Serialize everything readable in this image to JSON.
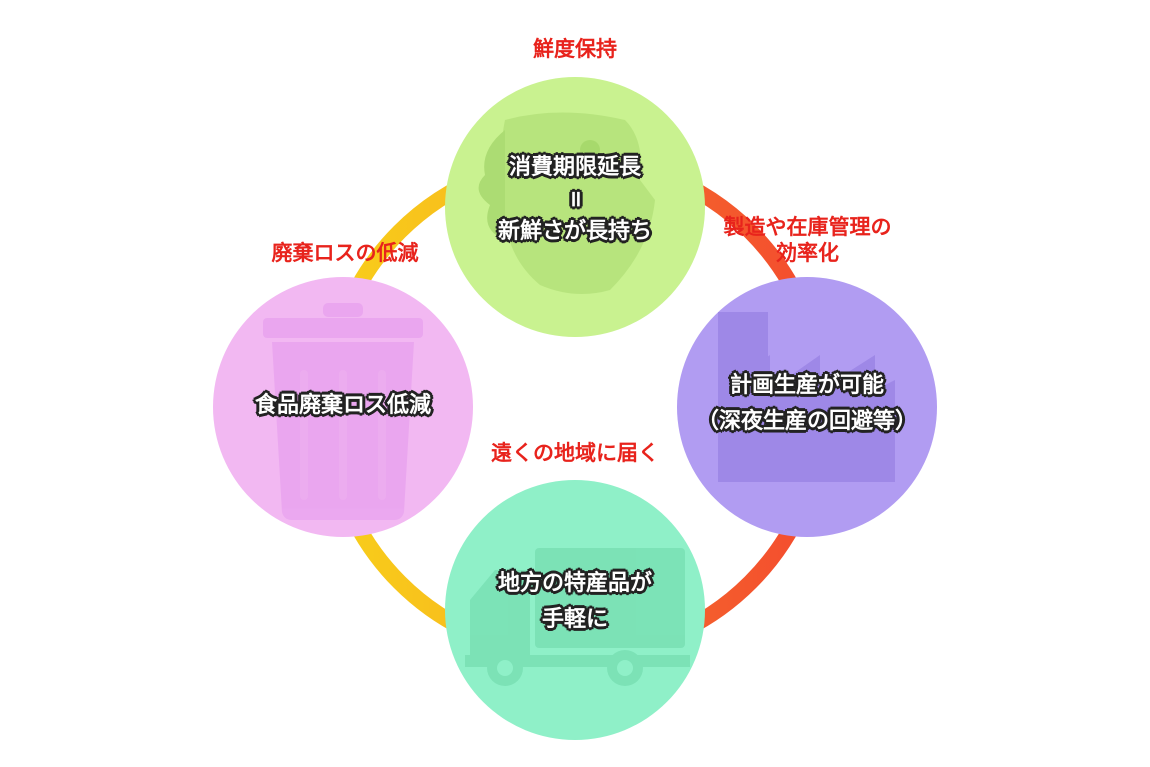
{
  "colors": {
    "ring_orange": "#f45a30",
    "ring_yellow": "#f7c91c",
    "label_red": "#e8231c",
    "circle_top": "#c9f290",
    "circle_right": "#b19cf2",
    "circle_bottom": "#8ff0c8",
    "circle_left": "#f2b8f2"
  },
  "labels": {
    "top": "鮮度保持",
    "right_line1": "製造や在庫管理の",
    "right_line2": "効率化",
    "middle": "遠くの地域に届く",
    "left": "廃棄ロスの低減"
  },
  "circles": {
    "top": {
      "icon": "fish-icon",
      "line1": "消費期限延長",
      "line2": "॥",
      "line3": "新鮮さが長持ち"
    },
    "right": {
      "icon": "factory-icon",
      "line1": "計画生産が可能",
      "line2": "（深夜生産の回避等）"
    },
    "bottom": {
      "icon": "truck-icon",
      "line1": "地方の特産品が",
      "line2": "手軽に"
    },
    "left": {
      "icon": "trash-can-icon",
      "line1": "食品廃棄ロス低減"
    }
  }
}
